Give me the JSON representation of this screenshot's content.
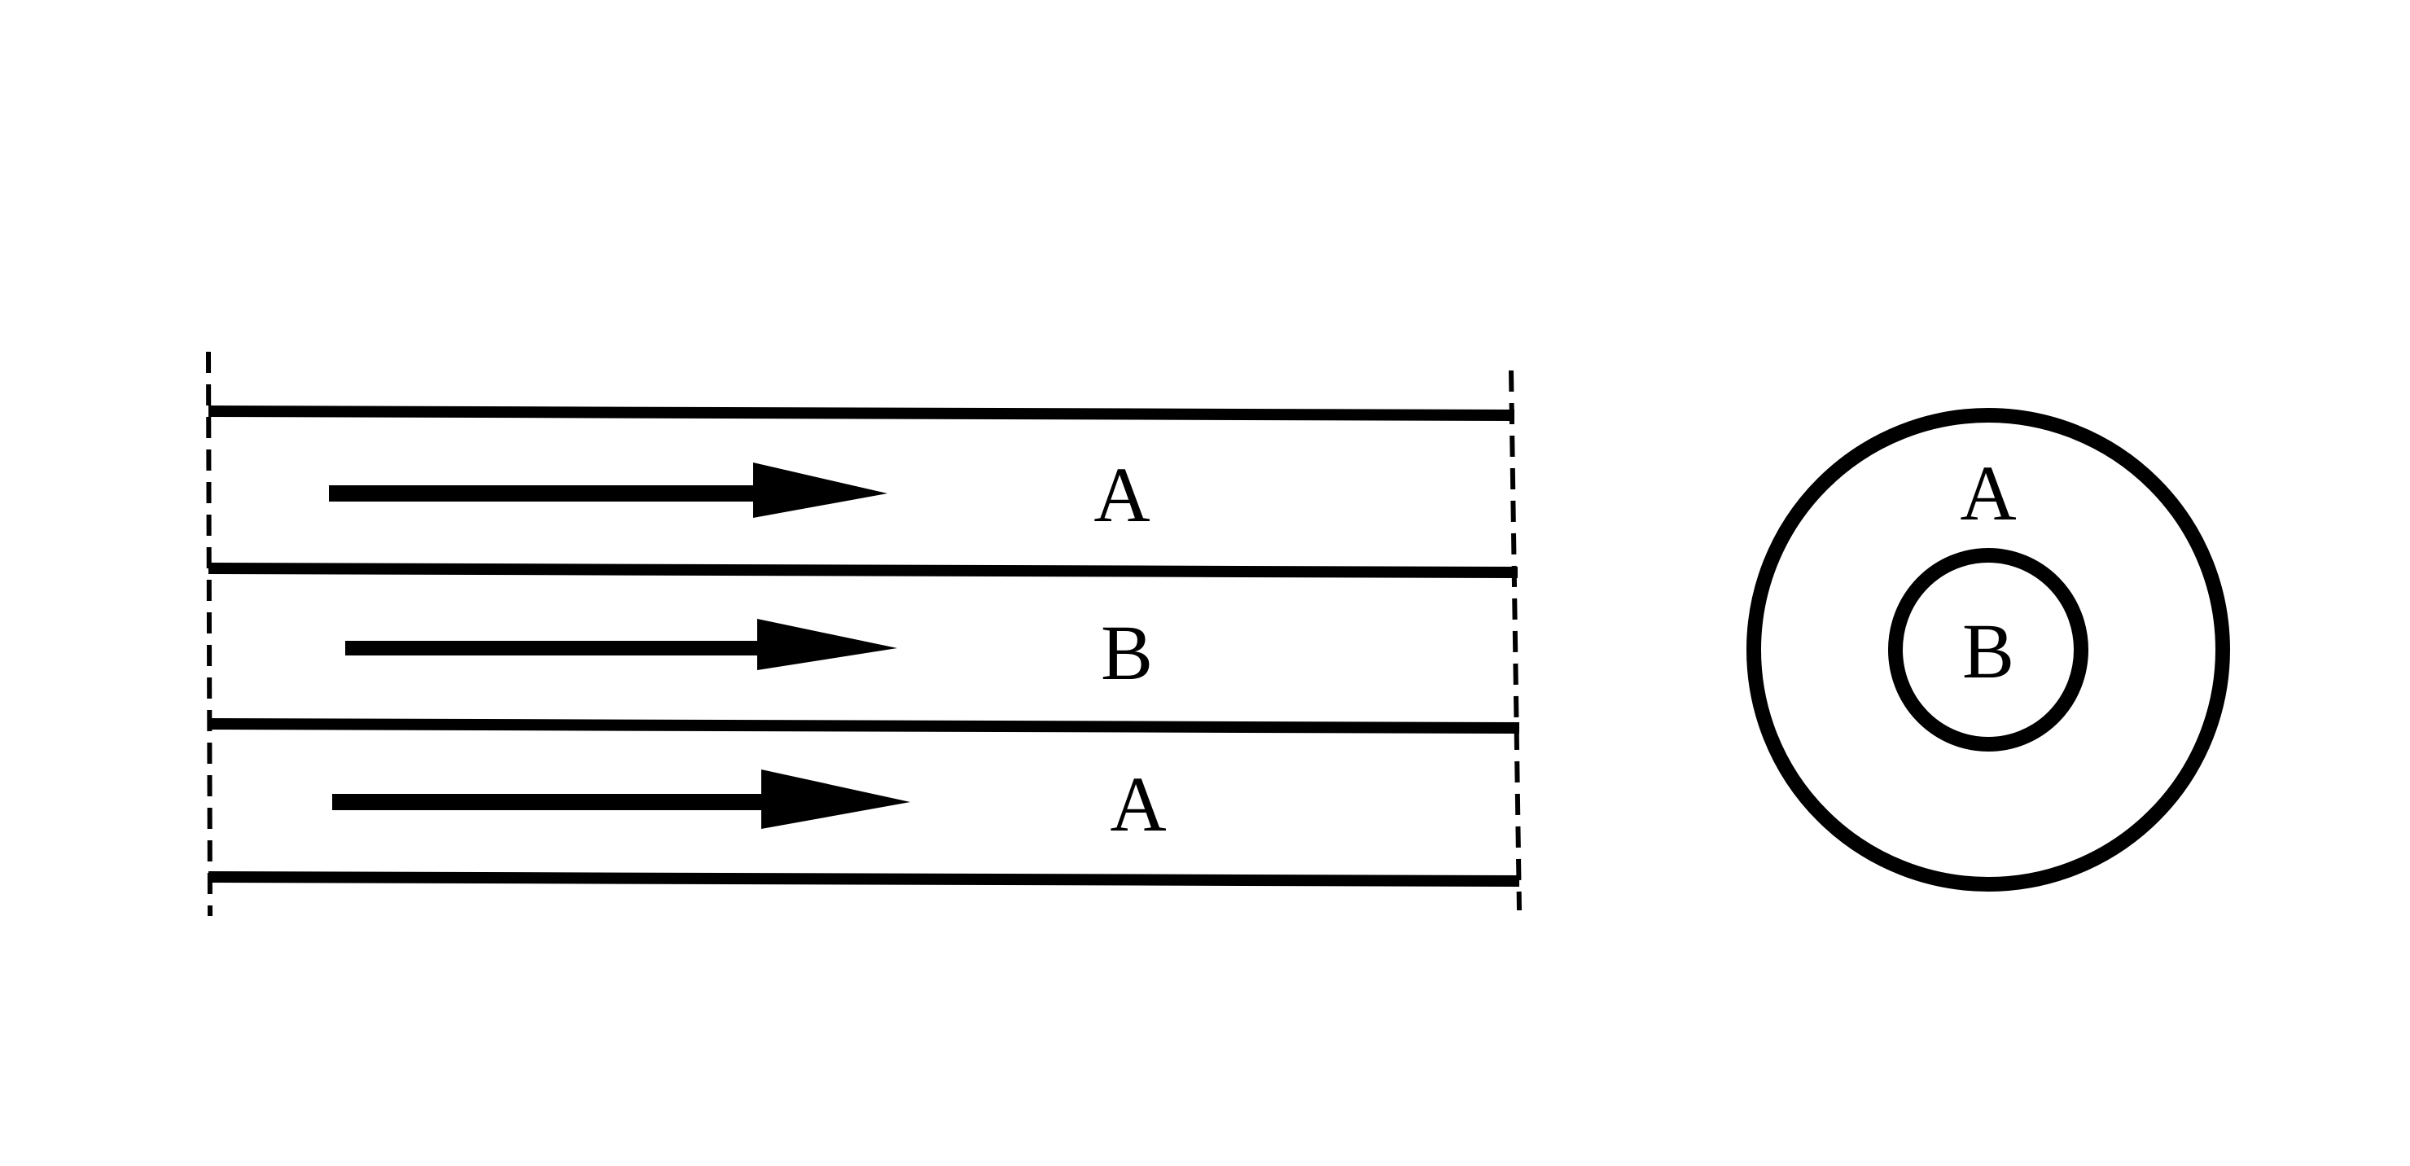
{
  "diagram": {
    "side_view": {
      "layers": [
        {
          "label": "A"
        },
        {
          "label": "B"
        },
        {
          "label": "A"
        }
      ]
    },
    "cross_section": {
      "outer_label": "A",
      "inner_label": "B"
    }
  },
  "colors": {
    "stroke": "#000000",
    "background": "#ffffff"
  }
}
